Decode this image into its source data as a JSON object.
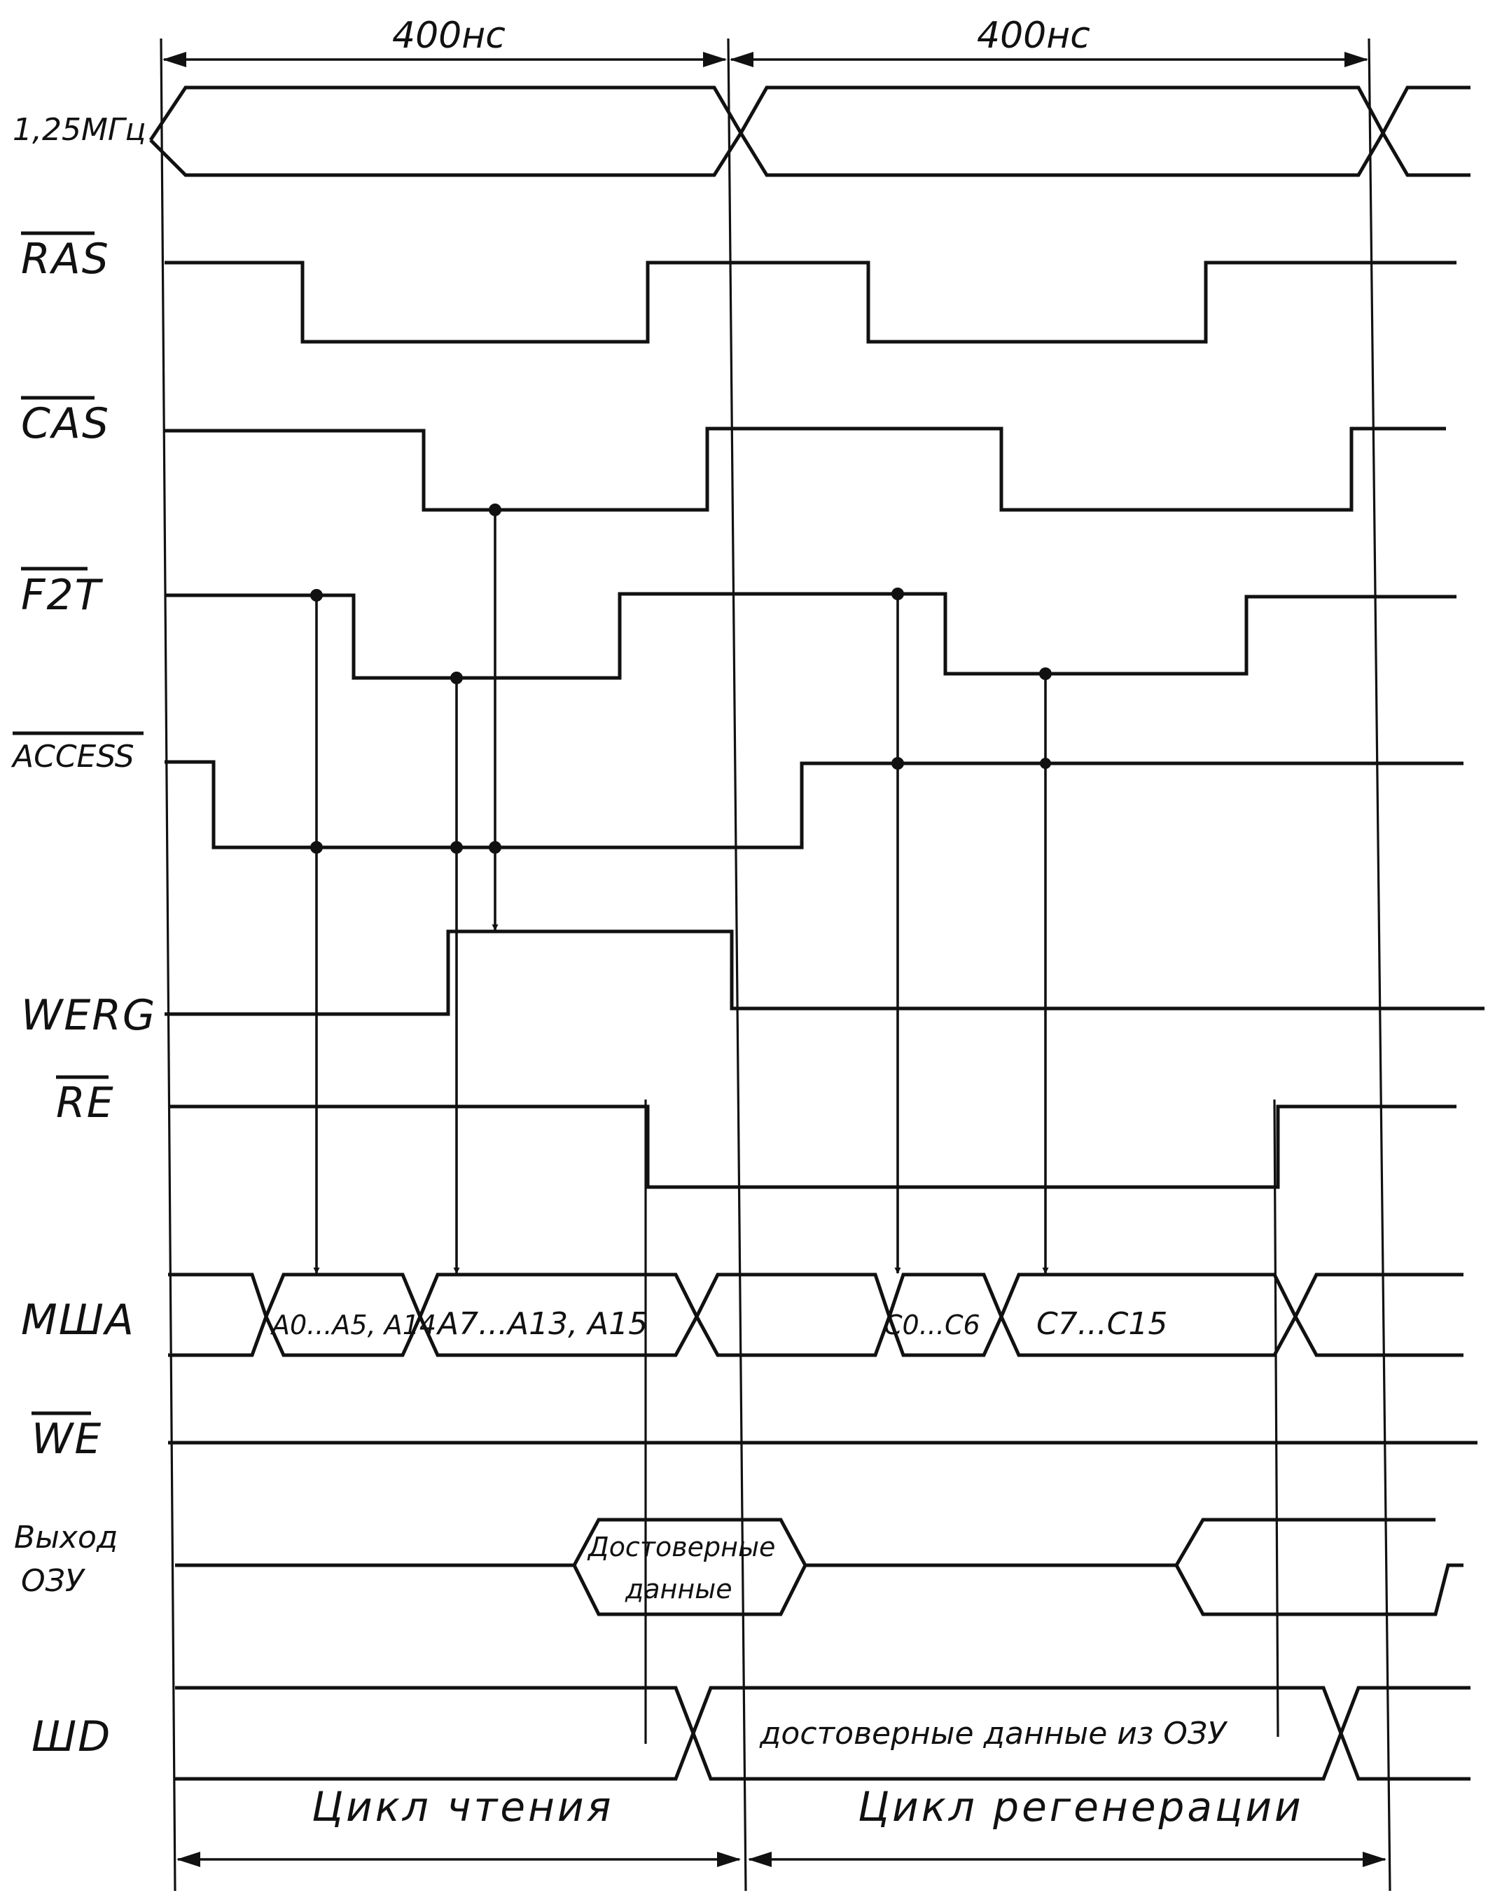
{
  "durations": {
    "first": "400нс",
    "second": "400нс"
  },
  "signals": {
    "clock": "1,25МГц",
    "ras": "RAS",
    "cas": "CAS",
    "f2t": "F2T",
    "access": "ACCESS",
    "werg": "WERG",
    "re": "RE",
    "msha": "МША",
    "we": "WE",
    "ram_out_line1": "Выход",
    "ram_out_line2": "ОЗУ",
    "shd": "ШD"
  },
  "bus_labels": {
    "msha_1": "А0...А5, А14",
    "msha_2": "А7...А13, А15",
    "msha_3": "С0...С6",
    "msha_4": "С7...С15",
    "ram_out_line1": "Достоверные",
    "ram_out_line2": "данные",
    "shd": "достоверные данные из ОЗУ"
  },
  "cycles": {
    "read": "Цикл   чтения",
    "refresh": "Цикл  регенерации"
  }
}
